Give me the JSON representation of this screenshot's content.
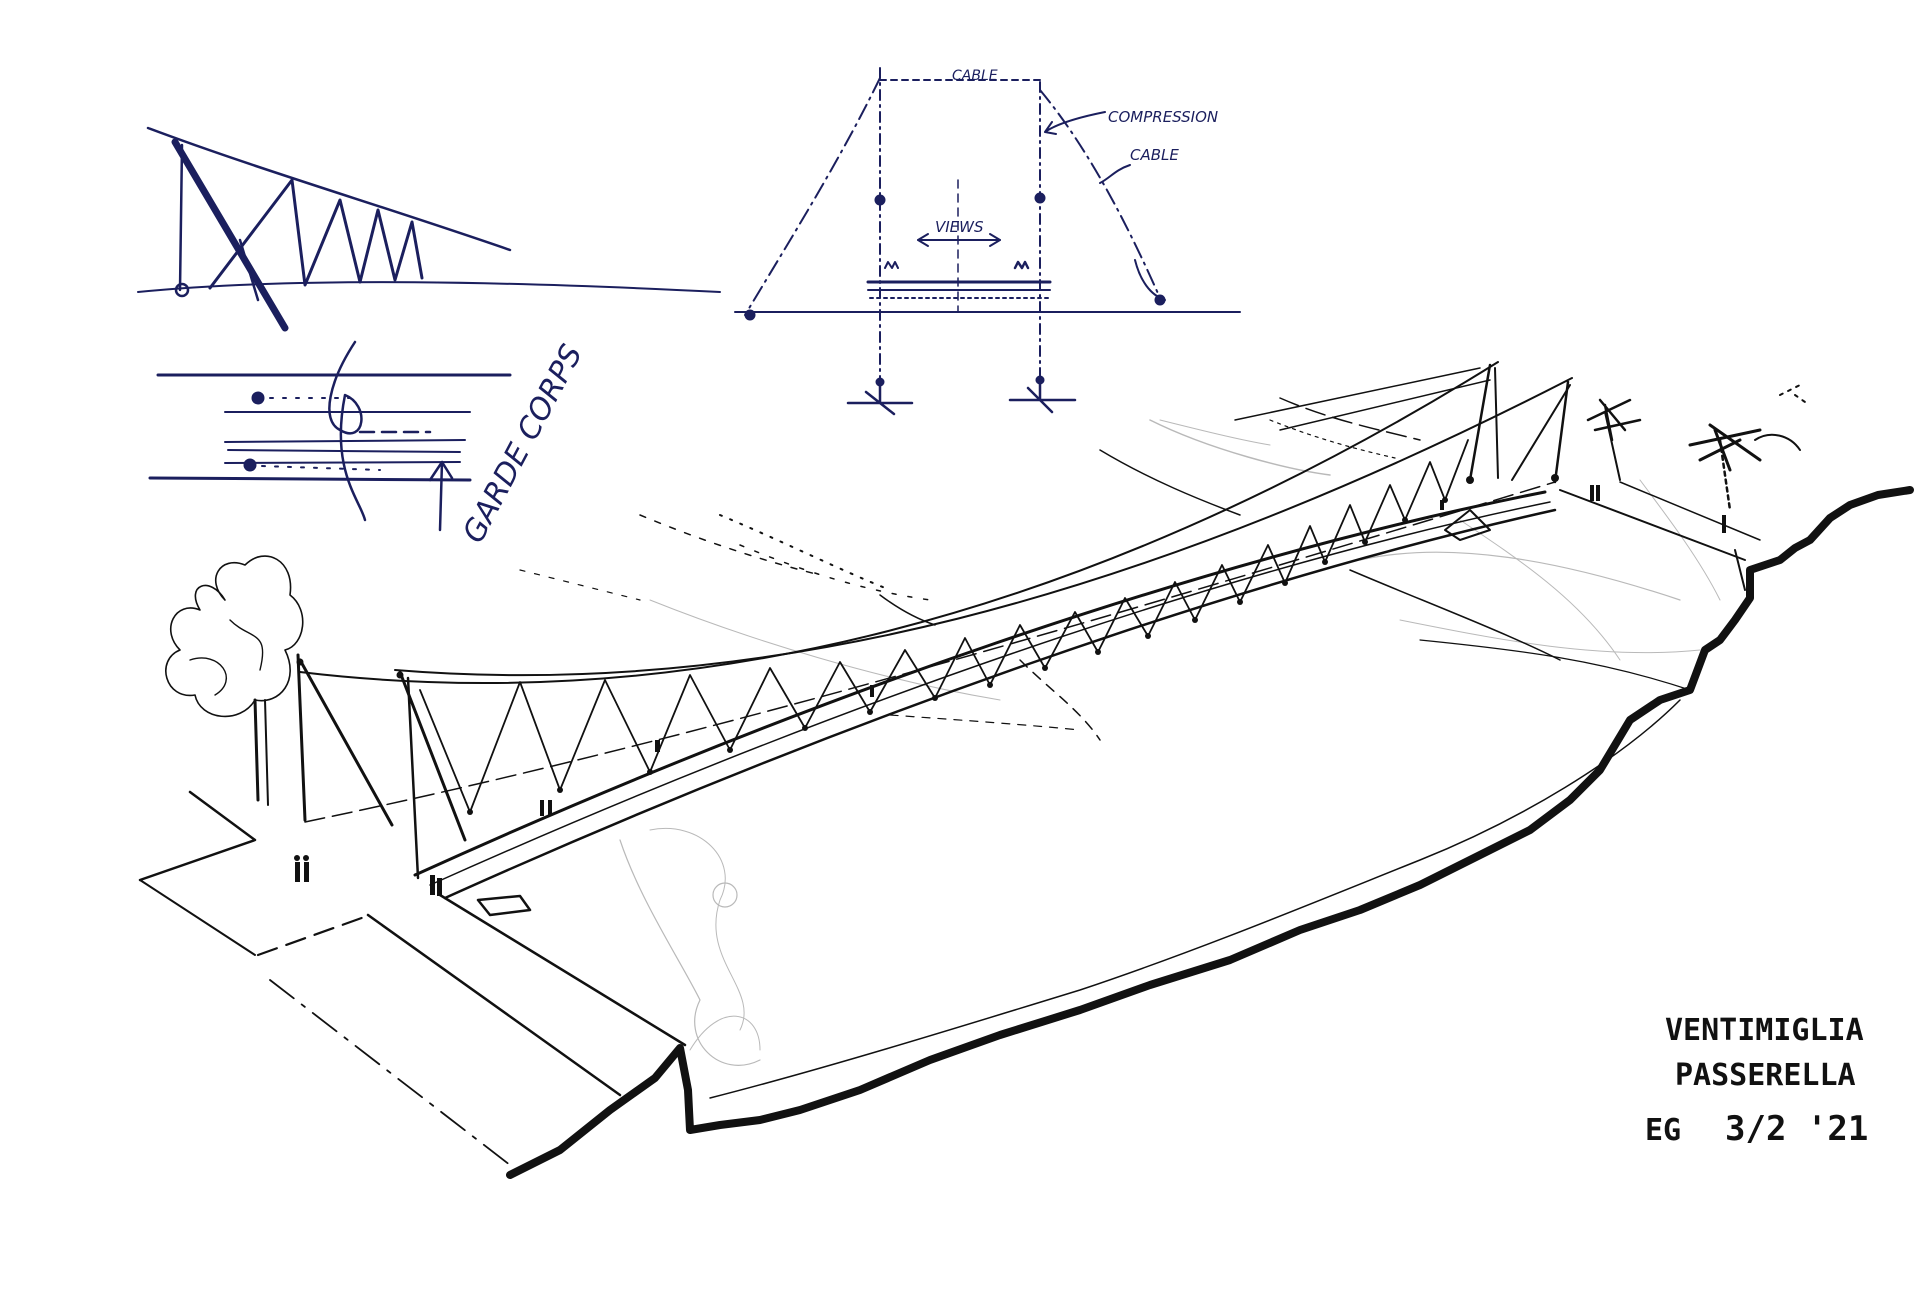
{
  "annotations": {
    "cable_top": "CABLE",
    "compression": "COMPRESSION",
    "cable_side": "CABLE",
    "views": "VIEWS",
    "garde_corps": "GARDE CORPS"
  },
  "signature": {
    "line1": "VENTIMIGLIA",
    "line2": "PASSERELLA",
    "initials": "EG",
    "date": "3/2 '21"
  },
  "colors": {
    "blue_ink": "#1b1f5e",
    "black_ink": "#111111",
    "pencil": "#b9b9b9",
    "paper": "#ffffff"
  }
}
